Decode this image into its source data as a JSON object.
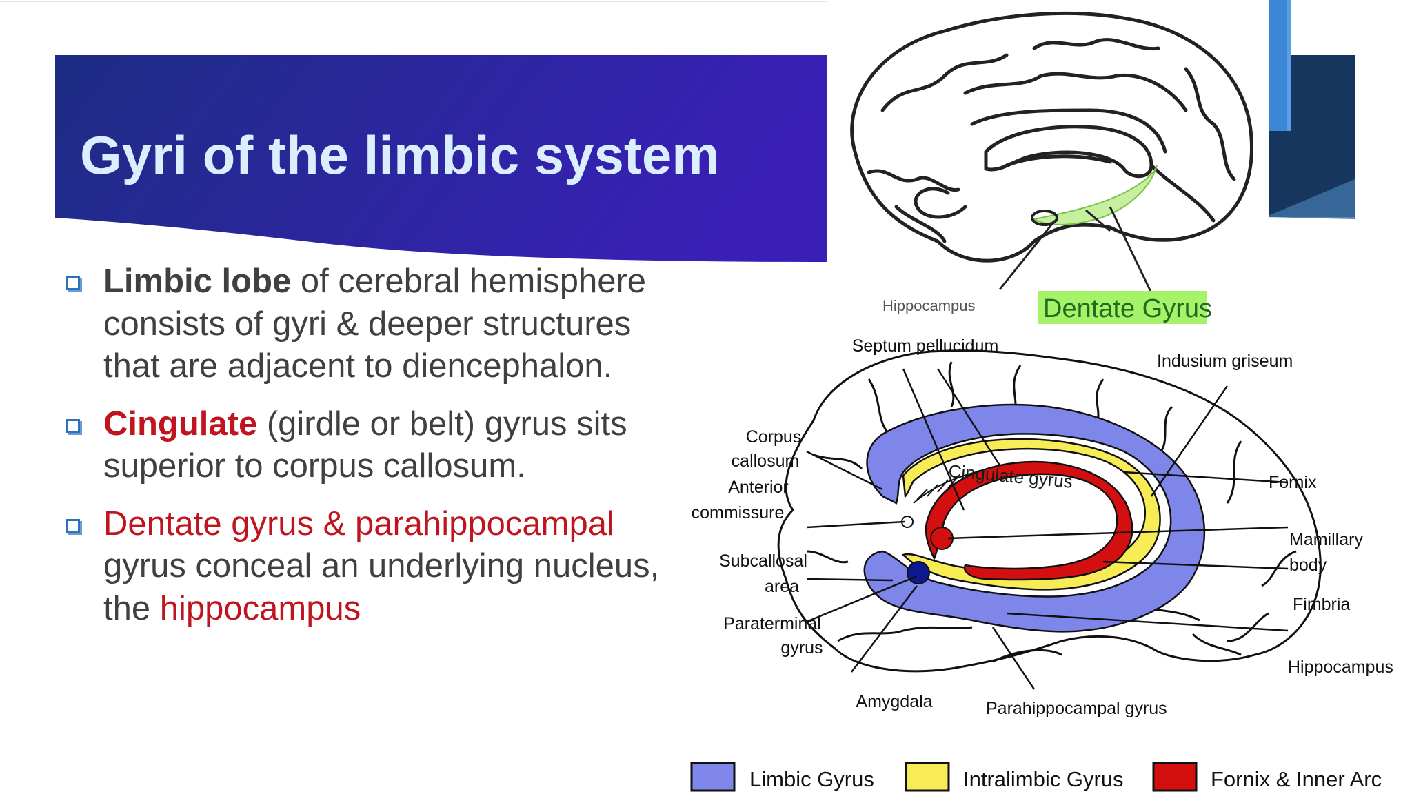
{
  "slide": {
    "title": "Gyri of the limbic system",
    "bullets": [
      {
        "parts": [
          {
            "text": "Limbic lobe",
            "style": "bold"
          },
          {
            "text": " of cerebral hemisphere consists of gyri & deeper structures that are adjacent to diencephalon.",
            "style": "normal"
          }
        ]
      },
      {
        "parts": [
          {
            "text": "Cingulate",
            "style": "bold-red"
          },
          {
            "text": " (girdle or belt) gyrus sits superior to corpus callosum.",
            "style": "normal"
          }
        ]
      },
      {
        "parts": [
          {
            "text": "Dentate gyrus & parahippocampal",
            "style": "red"
          },
          {
            "text": " gyrus conceal an underlying nucleus, the ",
            "style": "normal"
          },
          {
            "text": "hippocampus",
            "style": "red"
          }
        ]
      }
    ]
  },
  "top_figure": {
    "labels": {
      "hippocampus": "Hippocampus",
      "dentate": "Dentate Gyrus"
    }
  },
  "main_figure": {
    "left_labels": {
      "septum": "Septum pellucidum",
      "corpus_1": "Corpus",
      "corpus_2": "callosum",
      "anterior_1": "Anterior",
      "anterior_2": "commissure",
      "subcallosal_1": "Subcallosal",
      "subcallosal_2": "area",
      "paraterminal_1": "Paraterminal",
      "paraterminal_2": "gyrus",
      "amygdala": "Amygdala"
    },
    "right_labels": {
      "indusium": "Indusium griseum",
      "fornix": "Fornix",
      "mamillary_1": "Mamillary",
      "mamillary_2": "body",
      "fimbria": "Fimbria",
      "hippocampus": "Hippocampus",
      "parahippocampal": "Parahippocampal gyrus"
    },
    "inner_label": "Cingulate gyrus",
    "legend": [
      {
        "label": "Limbic Gyrus",
        "color": "#7f86ea"
      },
      {
        "label": "Intralimbic Gyrus",
        "color": "#f7ec55"
      },
      {
        "label": "Fornix & Inner Arc",
        "color": "#d40f10"
      }
    ]
  },
  "colors": {
    "title_gradient_start": "#1c2d84",
    "title_gradient_end": "#3a1fb7",
    "title_text": "#dbeefd",
    "accent_blue": "#3b87d6",
    "dark_navy": "#16365e",
    "red_text": "#c0141e",
    "bullet_box": "#2f6fbf",
    "dentate_green": "#a6f36a"
  }
}
